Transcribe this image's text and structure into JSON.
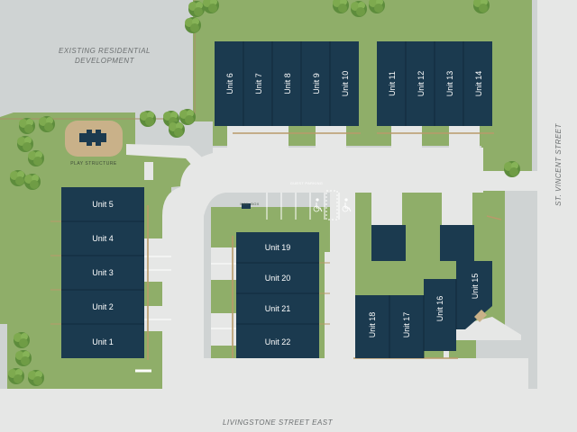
{
  "labels": {
    "existing_line1": "EXISTING RESIDENTIAL",
    "existing_line2": "DEVELOPMENT",
    "play_structure": "PLAY STRUCTURE",
    "guest_parking": "GUEST PARKING",
    "mailbox": "MAIL BOX",
    "street_south": "LIVINGSTONE STREET EAST",
    "street_east": "ST. VINCENT STREET"
  },
  "units": {
    "u1": "Unit 1",
    "u2": "Unit 2",
    "u3": "Unit 3",
    "u4": "Unit 4",
    "u5": "Unit 5",
    "u6": "Unit 6",
    "u7": "Unit 7",
    "u8": "Unit 8",
    "u9": "Unit 9",
    "u10": "Unit 10",
    "u11": "Unit 11",
    "u12": "Unit 12",
    "u13": "Unit 13",
    "u14": "Unit 14",
    "u15": "Unit 15",
    "u16": "Unit 16",
    "u17": "Unit 17",
    "u18": "Unit 18",
    "u19": "Unit 19",
    "u20": "Unit 20",
    "u21": "Unit 21",
    "u22": "Unit 22"
  },
  "icons": {
    "accessible": "accessible-parking-icon",
    "tree": "tree-icon"
  },
  "colors": {
    "roof": "#1b3a4f",
    "lawn": "#8fae69",
    "road": "#e6e7e6",
    "background": "#cfd3d3"
  }
}
